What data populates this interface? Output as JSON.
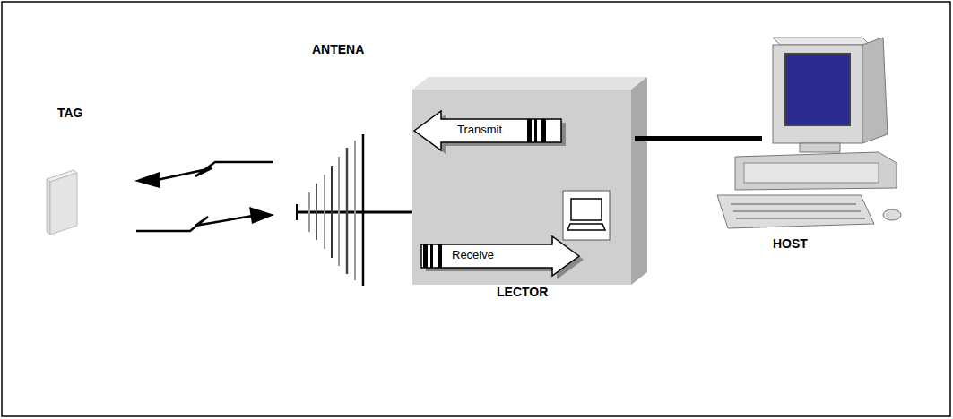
{
  "diagram": {
    "nodes": [
      {
        "text": [
          "TAG"
        ]
      },
      {
        "text": [
          "LECTOR"
        ]
      },
      {
        "text": [
          "Transmit"
        ],
        "in": 1
      },
      {
        "text": [
          "Receive"
        ],
        "in": 1
      },
      {
        "text": [
          "HOST"
        ]
      }
    ],
    "edges": [
      {
        "from": 1,
        "to": 4,
        "arrow": "none"
      }
    ],
    "labels": [
      "ANTENA"
    ]
  }
}
